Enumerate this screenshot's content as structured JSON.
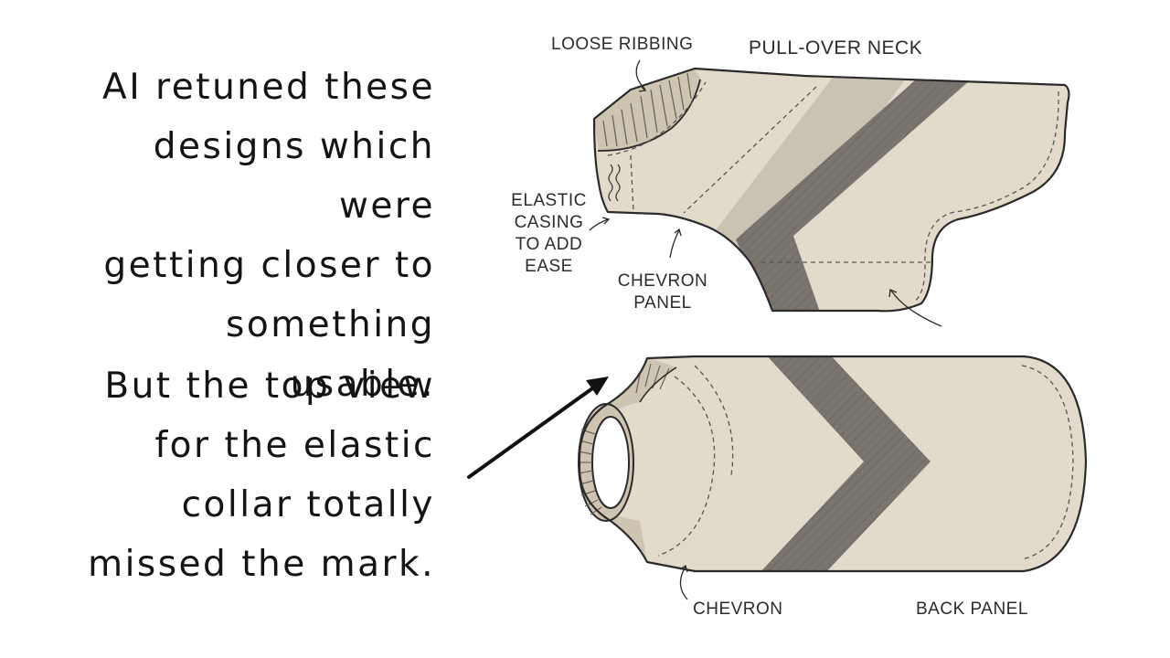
{
  "narrative": {
    "block1_lines": [
      "AI retuned these",
      "designs which were",
      "getting closer to",
      "something usable."
    ],
    "block2_lines": [
      "But the top view",
      "for the elastic",
      "collar totally",
      "missed the mark."
    ]
  },
  "side_view_labels": {
    "loose_ribbing": "LOOSE RIBBING",
    "pullover_neck": "PULL-OVER NECK",
    "elastic_casing": [
      "ELASTIC",
      "CASING",
      "TO ADD",
      "EASE"
    ],
    "chevron_panel": [
      "CHEVRON",
      "PANEL"
    ]
  },
  "top_view_labels": {
    "chevron": "CHEVRON",
    "back_panel": "BACK PANEL"
  },
  "colors": {
    "fabric": "#e2dbcb",
    "ribbing": "#cdc5b2",
    "chevron": "#7b7570",
    "outline": "#2a2a2a"
  }
}
